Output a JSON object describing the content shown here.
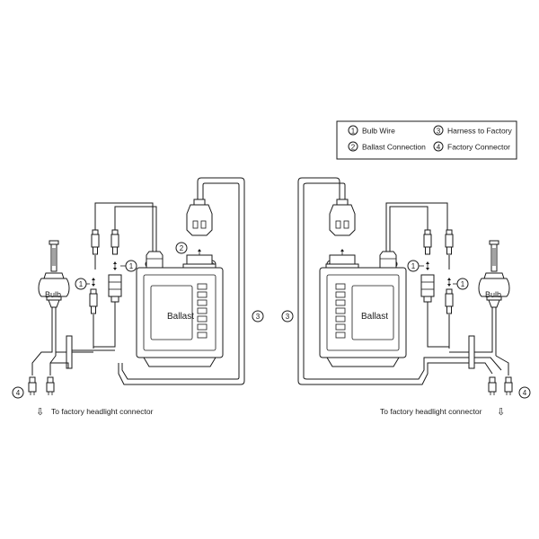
{
  "legend": {
    "items": [
      {
        "num": "1",
        "label": "Bulb Wire"
      },
      {
        "num": "2",
        "label": "Ballast Connection"
      },
      {
        "num": "3",
        "label": "Harness to Factory"
      },
      {
        "num": "4",
        "label": "Factory Connector"
      }
    ]
  },
  "left": {
    "bulb_label": "Bulb",
    "ballast_label": "Ballast",
    "callout_1": "1",
    "callout_1b": "1",
    "callout_2": "2",
    "callout_3": "3",
    "callout_4": "4",
    "footer_arrow": "⇩",
    "footer": "To factory headlight connector"
  },
  "right": {
    "bulb_label": "Bulb",
    "ballast_label": "Ballast",
    "callout_1": "1",
    "callout_1b": "1",
    "callout_3": "3",
    "callout_4": "4",
    "footer_arrow": "⇩",
    "footer": "To factory headlight connector"
  }
}
